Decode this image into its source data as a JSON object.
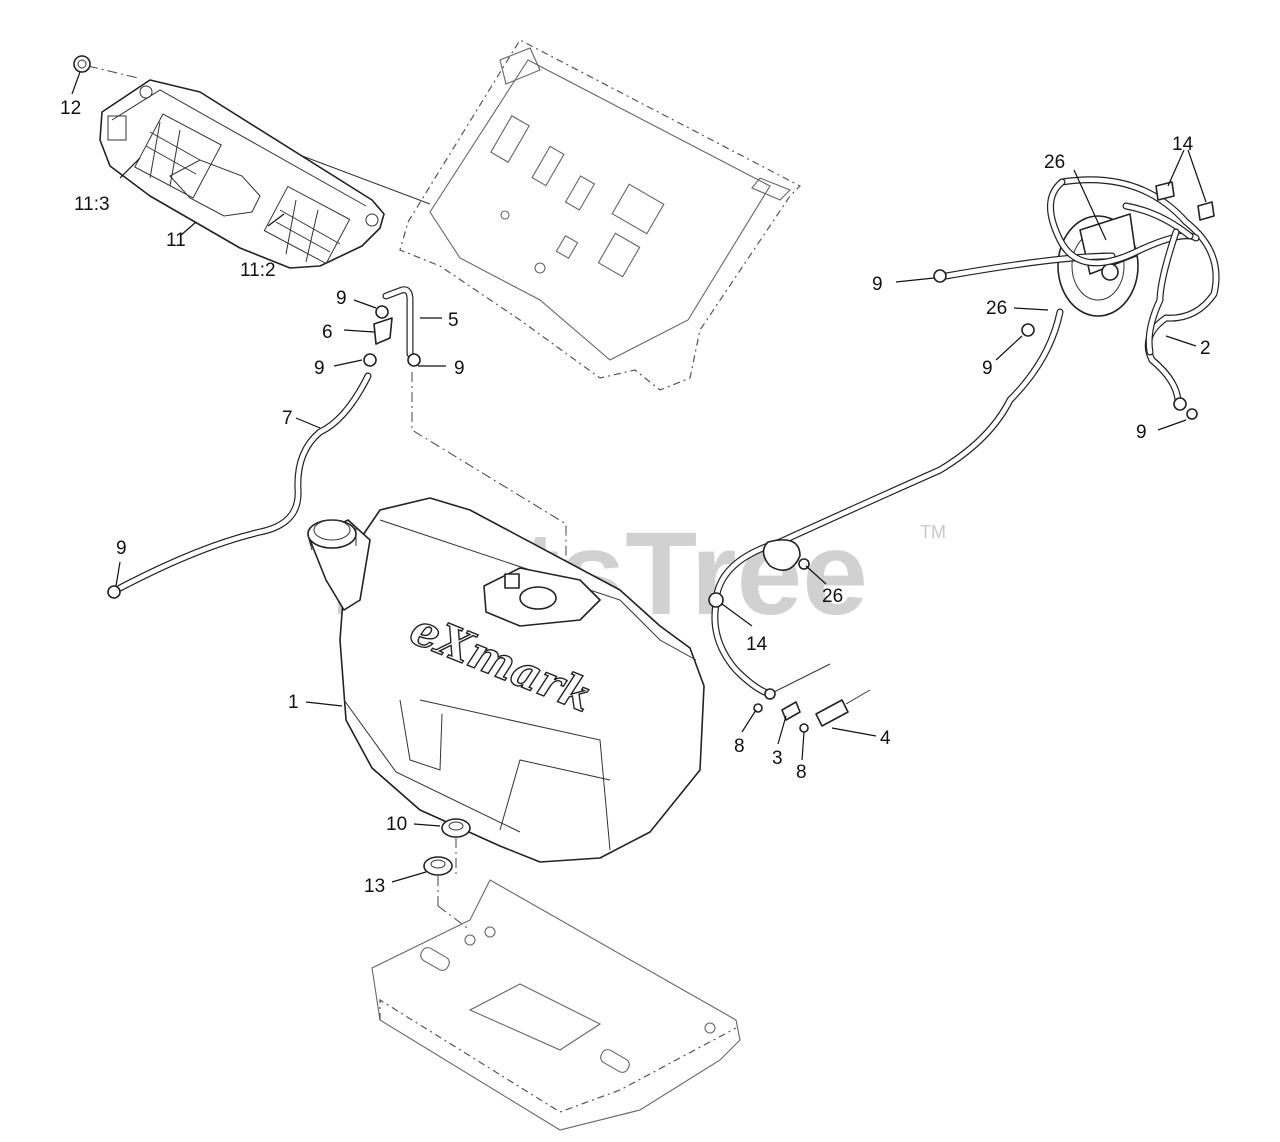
{
  "watermark": {
    "text": "PartsTree",
    "trademark": "TM"
  },
  "brand_logo": "eXmark",
  "callouts": {
    "c1": "1",
    "c2": "2",
    "c3": "3",
    "c4": "4",
    "c5": "5",
    "c6": "6",
    "c7": "7",
    "c8a": "8",
    "c8b": "8",
    "c9a": "9",
    "c9b": "9",
    "c9c": "9",
    "c9d": "9",
    "c9e": "9",
    "c9f": "9",
    "c9g": "9",
    "c10": "10",
    "c11": "11",
    "c11_2": "11:2",
    "c11_3": "11:3",
    "c12": "12",
    "c13": "13",
    "c14a": "14",
    "c14b": "14",
    "c26a": "26",
    "c26b": "26",
    "c26c": "26"
  }
}
